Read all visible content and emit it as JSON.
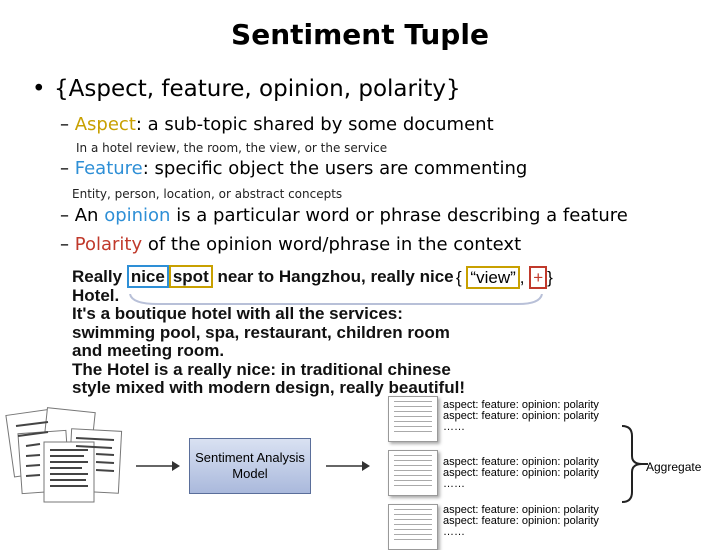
{
  "title": "Sentiment Tuple",
  "bullet": "{Aspect, feature, opinion, polarity}",
  "items": [
    {
      "key": "Aspect",
      "rest": ": a sub-topic shared by some document",
      "note": "In a hotel review, the room, the view, or the service"
    },
    {
      "key": "Feature",
      "rest": ": specific object the users are commenting",
      "note": "Entity, person, location, or abstract concepts"
    },
    {
      "pre": "An ",
      "key": "opinion",
      "rest": " is a particular word or phrase describing a feature"
    },
    {
      "key": "Polarity",
      "rest": " of the opinion word/phrase in the context"
    }
  ],
  "review": {
    "w1": "Really ",
    "opinion_word": "nice",
    "feature_word": "spot",
    "rest1": " near to Hangzhou, really nice",
    "lines": [
      "Hotel.",
      "It's a boutique hotel with all the services:",
      "swimming pool, spa, restaurant, children room",
      "and meeting room.",
      "The Hotel is a really nice: in traditional chinese",
      "style mixed with modern design, really beautiful!"
    ]
  },
  "tuple": {
    "open": "{",
    "feature": "“view”",
    "sep": ",",
    "polarity": "+",
    "close": "}"
  },
  "model_label": "Sentiment Analysis Model",
  "outputs": [
    {
      "l1": "aspect: feature: opinion: polarity",
      "l2": "aspect: feature: opinion: polarity",
      "l3": "……"
    },
    {
      "l1": "aspect: feature: opinion: polarity",
      "l2": "aspect: feature: opinion: polarity",
      "l3": "……"
    },
    {
      "l1": "aspect: feature: opinion: polarity",
      "l2": "aspect: feature: opinion: polarity",
      "l3": "……"
    }
  ],
  "aggregate": "Aggregate",
  "colors": {
    "aspect": "#c8a000",
    "opinion": "#2e8fd6",
    "polarity": "#c0392b"
  }
}
